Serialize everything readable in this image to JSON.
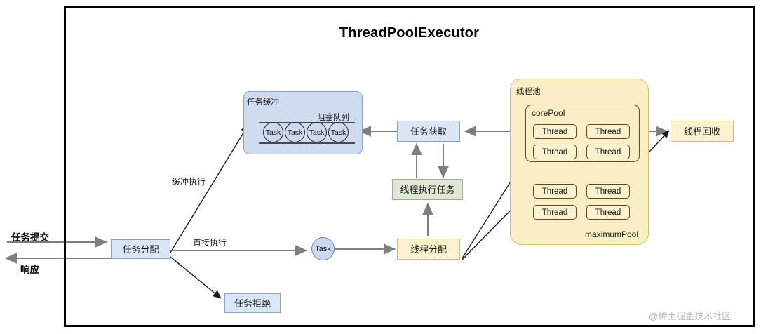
{
  "diagram": {
    "title": "ThreadPoolExecutor",
    "watermark": "@稀土掘金技术社区"
  },
  "io": {
    "submit_label": "任务提交",
    "response_label": "响应"
  },
  "nodes": {
    "task_dispatch": "任务分配",
    "task_reject": "任务拒绝",
    "task_fetch": "任务获取",
    "thread_execute_task": "线程执行任务",
    "thread_allocate": "线程分配",
    "thread_recycle": "线程回收",
    "task_circle": "Task"
  },
  "task_buffer": {
    "title": "任务缓冲",
    "queue_label": "阻塞队列",
    "tasks": [
      "Task",
      "Task",
      "Task",
      "Task"
    ]
  },
  "thread_pool": {
    "title": "线程池",
    "core_pool_label": "corePool",
    "maximum_pool_label": "maximumPool",
    "core_threads": [
      "Thread",
      "Thread",
      "Thread",
      "Thread"
    ],
    "max_threads": [
      "Thread",
      "Thread",
      "Thread",
      "Thread"
    ]
  },
  "edges": {
    "buffer_execute": "缓冲执行",
    "direct_execute": "直接执行"
  },
  "colors": {
    "blue_fill": "#dae5f5",
    "blue_border": "#8aa4c8",
    "green_fill": "#dfe8d4",
    "green_border": "#9fb389",
    "cream_fill": "#fdf2cf",
    "cream_border": "#d4bc76",
    "pool_fill": "#fbeec4",
    "pool_border": "#d7bd74",
    "arrow_gray": "#7f7f7f",
    "arrow_black": "#1a1a1a"
  }
}
